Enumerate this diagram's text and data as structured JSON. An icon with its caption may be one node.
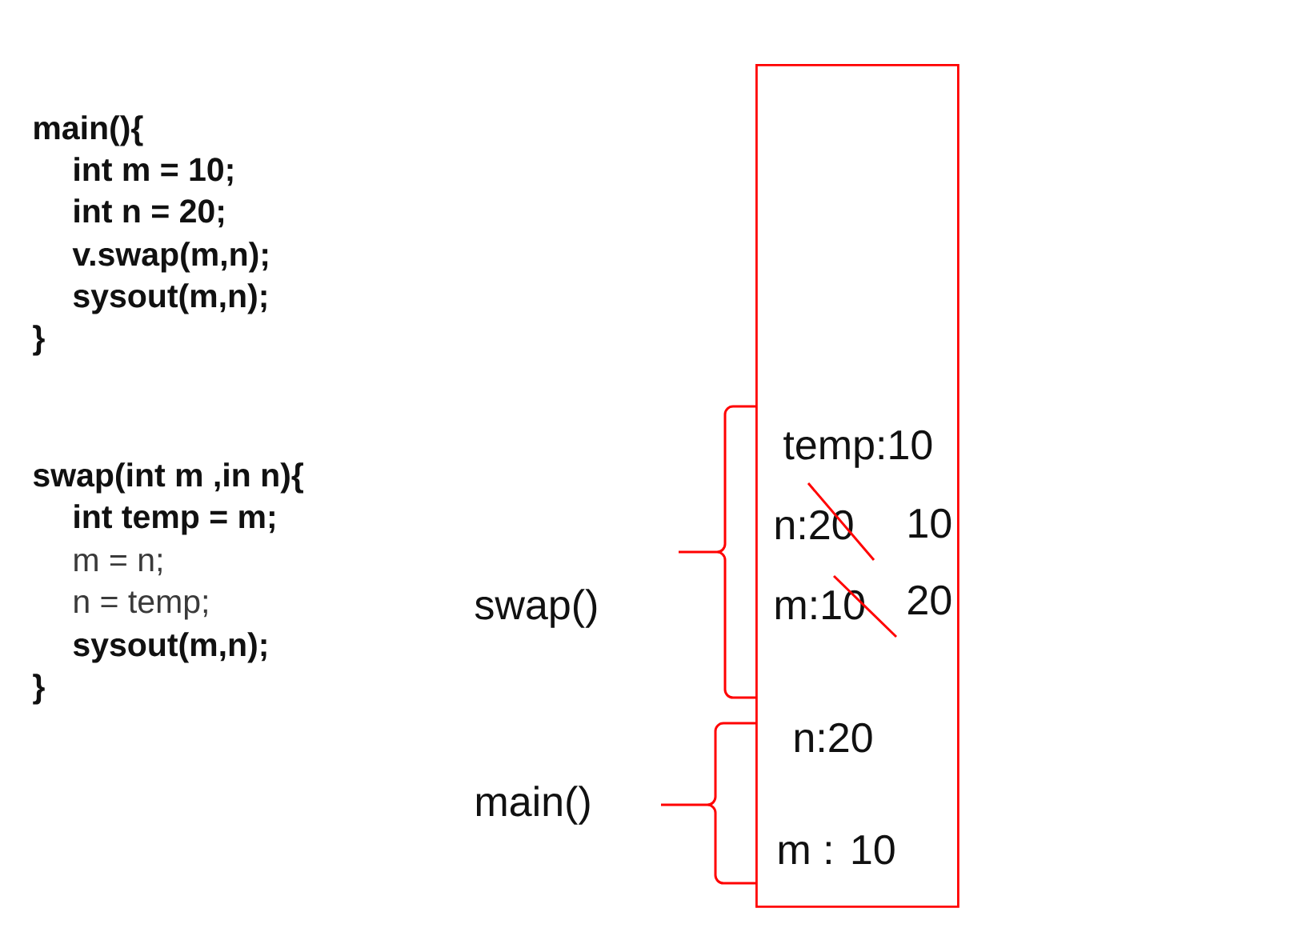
{
  "diagram": {
    "nodes": [
      {
        "text": [
          "temp:10",
          "n:20",
          "10",
          "m:10",
          "20",
          "n:20",
          "m : 10"
        ]
      }
    ],
    "labels": [
      "main(){",
      "int m = 10;",
      "int n = 20;",
      "v.swap(m,n);",
      "sysout(m,n);",
      "}",
      "swap(int m ,in n){",
      "int temp = m;",
      "m = n;",
      "n = temp;",
      "sysout(m,n);",
      "}",
      "swap()",
      "main()"
    ]
  }
}
